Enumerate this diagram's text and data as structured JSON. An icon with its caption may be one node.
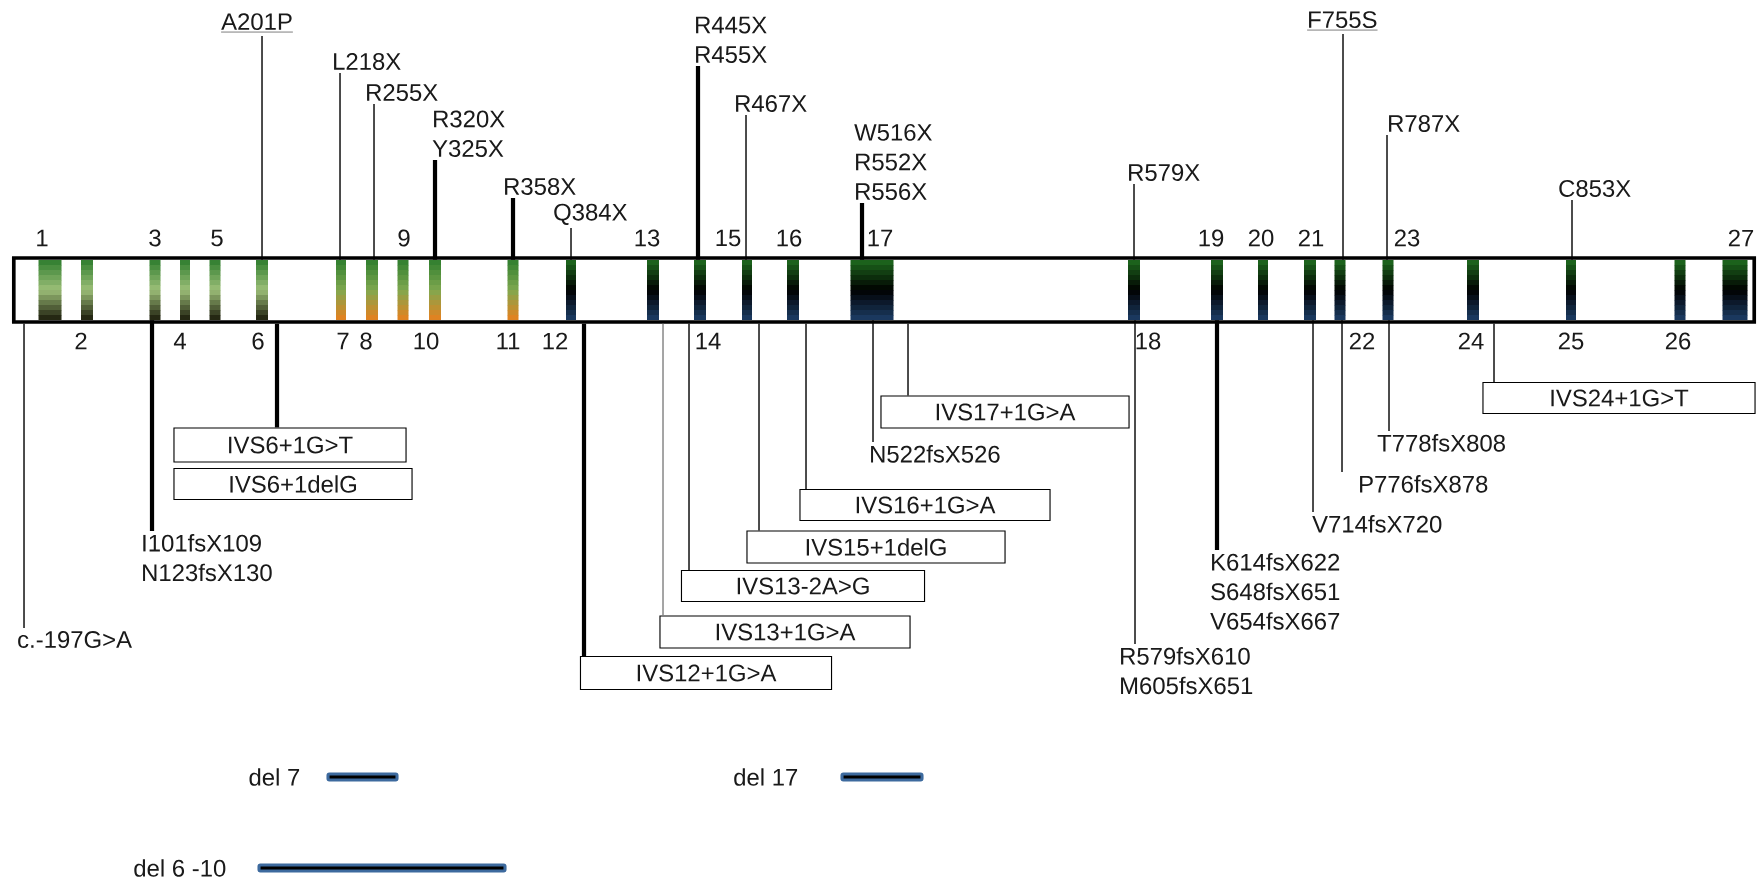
{
  "diagram": {
    "nodes": [
      {
        "text": [],
        "shape": "bar"
      },
      {
        "text": [
          "1"
        ]
      },
      {
        "text": [
          "2"
        ]
      },
      {
        "text": [
          "3"
        ]
      },
      {
        "text": [
          "4"
        ]
      },
      {
        "text": [
          "5"
        ]
      },
      {
        "text": [
          "6"
        ]
      },
      {
        "text": [
          "7"
        ]
      },
      {
        "text": [
          "8"
        ]
      },
      {
        "text": [
          "9"
        ]
      },
      {
        "text": [
          "10"
        ]
      },
      {
        "text": [
          "11"
        ]
      },
      {
        "text": [
          "12"
        ]
      },
      {
        "text": [
          "13"
        ]
      },
      {
        "text": [
          "14"
        ]
      },
      {
        "text": [
          "15"
        ]
      },
      {
        "text": [
          "16"
        ]
      },
      {
        "text": [
          "17"
        ]
      },
      {
        "text": [
          "18"
        ]
      },
      {
        "text": [
          "19"
        ]
      },
      {
        "text": [
          "20"
        ]
      },
      {
        "text": [
          "21"
        ]
      },
      {
        "text": [
          "22"
        ]
      },
      {
        "text": [
          "23"
        ]
      },
      {
        "text": [
          "24"
        ]
      },
      {
        "text": [
          "25"
        ]
      },
      {
        "text": [
          "26"
        ]
      },
      {
        "text": [
          "27"
        ]
      },
      {
        "text": [
          "A201P"
        ]
      },
      {
        "text": [
          "L218X"
        ]
      },
      {
        "text": [
          "R255X"
        ]
      },
      {
        "text": [
          "R320X",
          "Y325X"
        ]
      },
      {
        "text": [
          "R358X"
        ]
      },
      {
        "text": [
          "Q384X"
        ]
      },
      {
        "text": [
          "R445X",
          "R455X"
        ]
      },
      {
        "text": [
          "R467X"
        ]
      },
      {
        "text": [
          "W516X",
          "R552X",
          "R556X"
        ]
      },
      {
        "text": [
          "R579X"
        ]
      },
      {
        "text": [
          "F755S"
        ]
      },
      {
        "text": [
          "R787X"
        ]
      },
      {
        "text": [
          "C853X"
        ]
      },
      {
        "text": [
          "c.-197G>A"
        ]
      },
      {
        "text": [
          "I101fsX109",
          "N123fsX130"
        ]
      },
      {
        "text": [
          "IVS6+1G>T"
        ]
      },
      {
        "text": [
          "IVS6+1delG"
        ]
      },
      {
        "text": [
          "IVS12+1G>A"
        ]
      },
      {
        "text": [
          "IVS13+1G>A"
        ]
      },
      {
        "text": [
          "IVS13-2A>G"
        ]
      },
      {
        "text": [
          "IVS15+1delG"
        ]
      },
      {
        "text": [
          "IVS16+1G>A"
        ]
      },
      {
        "text": [
          "N522fsX526"
        ]
      },
      {
        "text": [
          "IVS17+1G>A"
        ]
      },
      {
        "text": [
          "R579fsX610",
          "M605fsX651"
        ]
      },
      {
        "text": [
          "K614fsX622",
          "S648fsX651",
          "V654fsX667"
        ]
      },
      {
        "text": [
          "V714fsX720"
        ]
      },
      {
        "text": [
          "P776fsX878"
        ]
      },
      {
        "text": [
          "T778fsX808"
        ]
      },
      {
        "text": [
          "IVS24+1G>T"
        ]
      }
    ],
    "edges": [
      {
        "from": 28,
        "to": 6,
        "arrow": "none"
      },
      {
        "from": 29,
        "to": 7,
        "arrow": "none"
      },
      {
        "from": 30,
        "to": 8,
        "arrow": "none"
      },
      {
        "from": 31,
        "to": 10,
        "arrow": "none",
        "style": "thick"
      },
      {
        "from": 32,
        "to": 11,
        "arrow": "none",
        "style": "thick"
      },
      {
        "from": 33,
        "to": 12,
        "arrow": "none"
      },
      {
        "from": 34,
        "to": 14,
        "arrow": "none",
        "style": "thick"
      },
      {
        "from": 35,
        "to": 15,
        "arrow": "none"
      },
      {
        "from": 36,
        "to": 17,
        "arrow": "none",
        "style": "thick"
      },
      {
        "from": 37,
        "to": 18,
        "arrow": "none"
      },
      {
        "from": 38,
        "to": 22,
        "arrow": "none"
      },
      {
        "from": 39,
        "to": 23,
        "arrow": "none"
      },
      {
        "from": 40,
        "to": 25,
        "arrow": "none"
      },
      {
        "from": 41,
        "to": 0,
        "arrow": "none"
      },
      {
        "from": 42,
        "to": 3,
        "arrow": "none",
        "style": "thick"
      },
      {
        "from": 43,
        "to": 0,
        "arrow": "none",
        "style": "thick"
      },
      {
        "from": 45,
        "to": 0,
        "arrow": "none",
        "style": "thick"
      },
      {
        "from": 46,
        "to": 0,
        "arrow": "none",
        "color": "#7f7f7f"
      },
      {
        "from": 47,
        "to": 0,
        "arrow": "none"
      },
      {
        "from": 48,
        "to": 0,
        "arrow": "none"
      },
      {
        "from": 49,
        "to": 0,
        "arrow": "none"
      },
      {
        "from": 50,
        "to": 17,
        "arrow": "none"
      },
      {
        "from": 51,
        "to": 0,
        "arrow": "none"
      },
      {
        "from": 52,
        "to": 18,
        "arrow": "none"
      },
      {
        "from": 53,
        "to": 19,
        "arrow": "none",
        "style": "thick"
      },
      {
        "from": 54,
        "to": 21,
        "arrow": "none"
      },
      {
        "from": 55,
        "to": 22,
        "arrow": "none"
      },
      {
        "from": 56,
        "to": 23,
        "arrow": "none"
      },
      {
        "from": 57,
        "to": 0,
        "arrow": "none"
      }
    ],
    "labels": [
      "del 7",
      "del 17",
      "del 6 -10"
    ]
  }
}
